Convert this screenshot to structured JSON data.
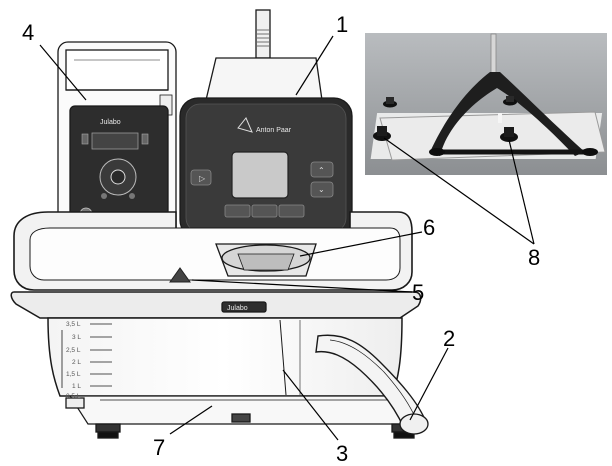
{
  "callouts": [
    {
      "id": "1",
      "label": "1"
    },
    {
      "id": "2",
      "label": "2"
    },
    {
      "id": "3",
      "label": "3"
    },
    {
      "id": "4",
      "label": "4"
    },
    {
      "id": "5",
      "label": "5"
    },
    {
      "id": "6",
      "label": "6"
    },
    {
      "id": "7",
      "label": "7"
    },
    {
      "id": "8",
      "label": "8"
    }
  ],
  "brand_left": "Julabo",
  "brand_bath": "Julabo",
  "brand_right": "Anton Paar",
  "volume_scale": [
    "3,5 L",
    "3 L",
    "2,5 L",
    "2 L",
    "1,5 L",
    "1 L",
    "0,5 L"
  ]
}
